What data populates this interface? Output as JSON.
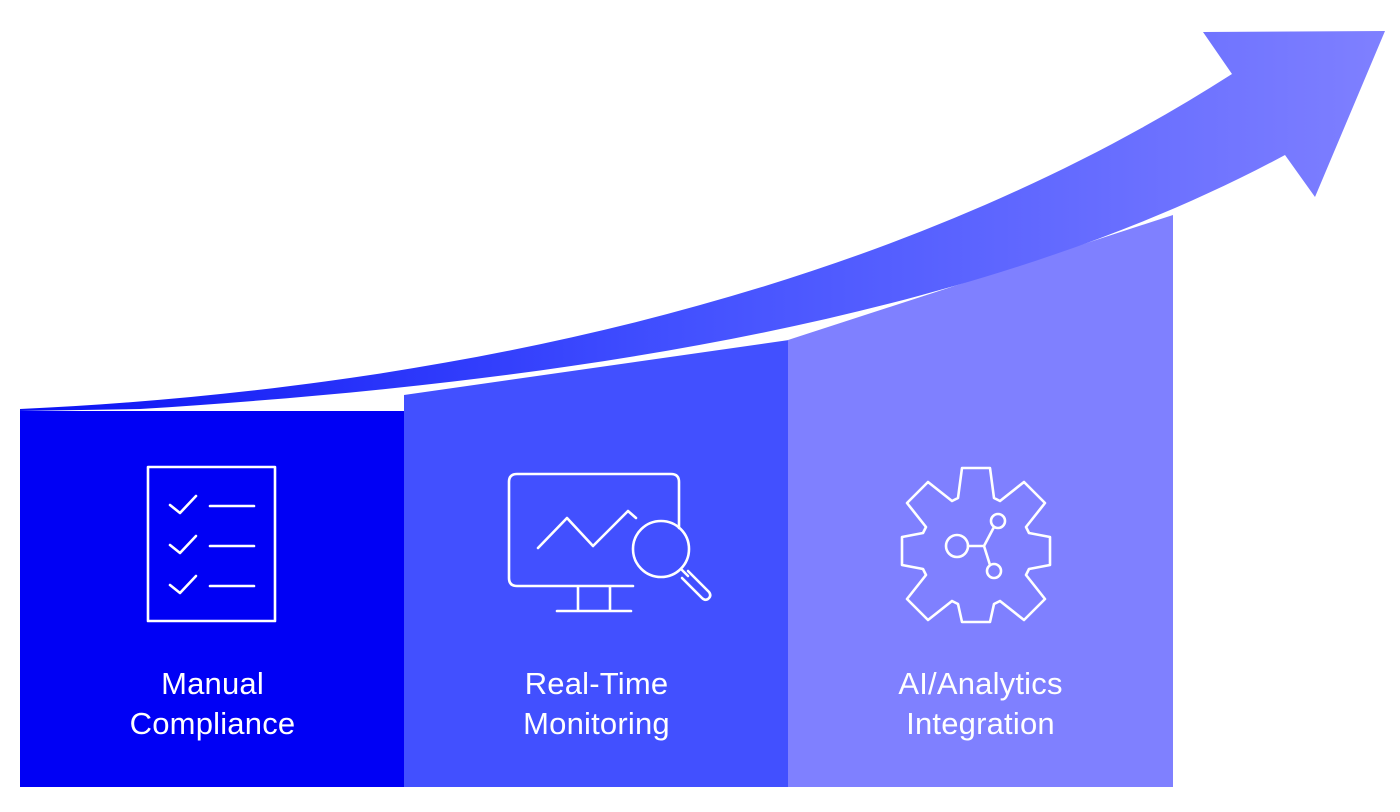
{
  "colors": {
    "step_1": "#0000F5",
    "step_2": "#4250FF",
    "step_3": "#7F80FF",
    "arrow_start": "#0B12F4",
    "arrow_mid": "#4250FF",
    "arrow_end": "#7F80FF",
    "icon_stroke": "#FFFFFF"
  },
  "steps": [
    {
      "icon": "checklist-icon",
      "label_line_1": "Manual",
      "label_line_2": "Compliance"
    },
    {
      "icon": "monitor-chart-magnifier-icon",
      "label_line_1": "Real-Time",
      "label_line_2": "Monitoring"
    },
    {
      "icon": "gear-network-icon",
      "label_line_1": "AI/Analytics",
      "label_line_2": "Integration"
    }
  ]
}
